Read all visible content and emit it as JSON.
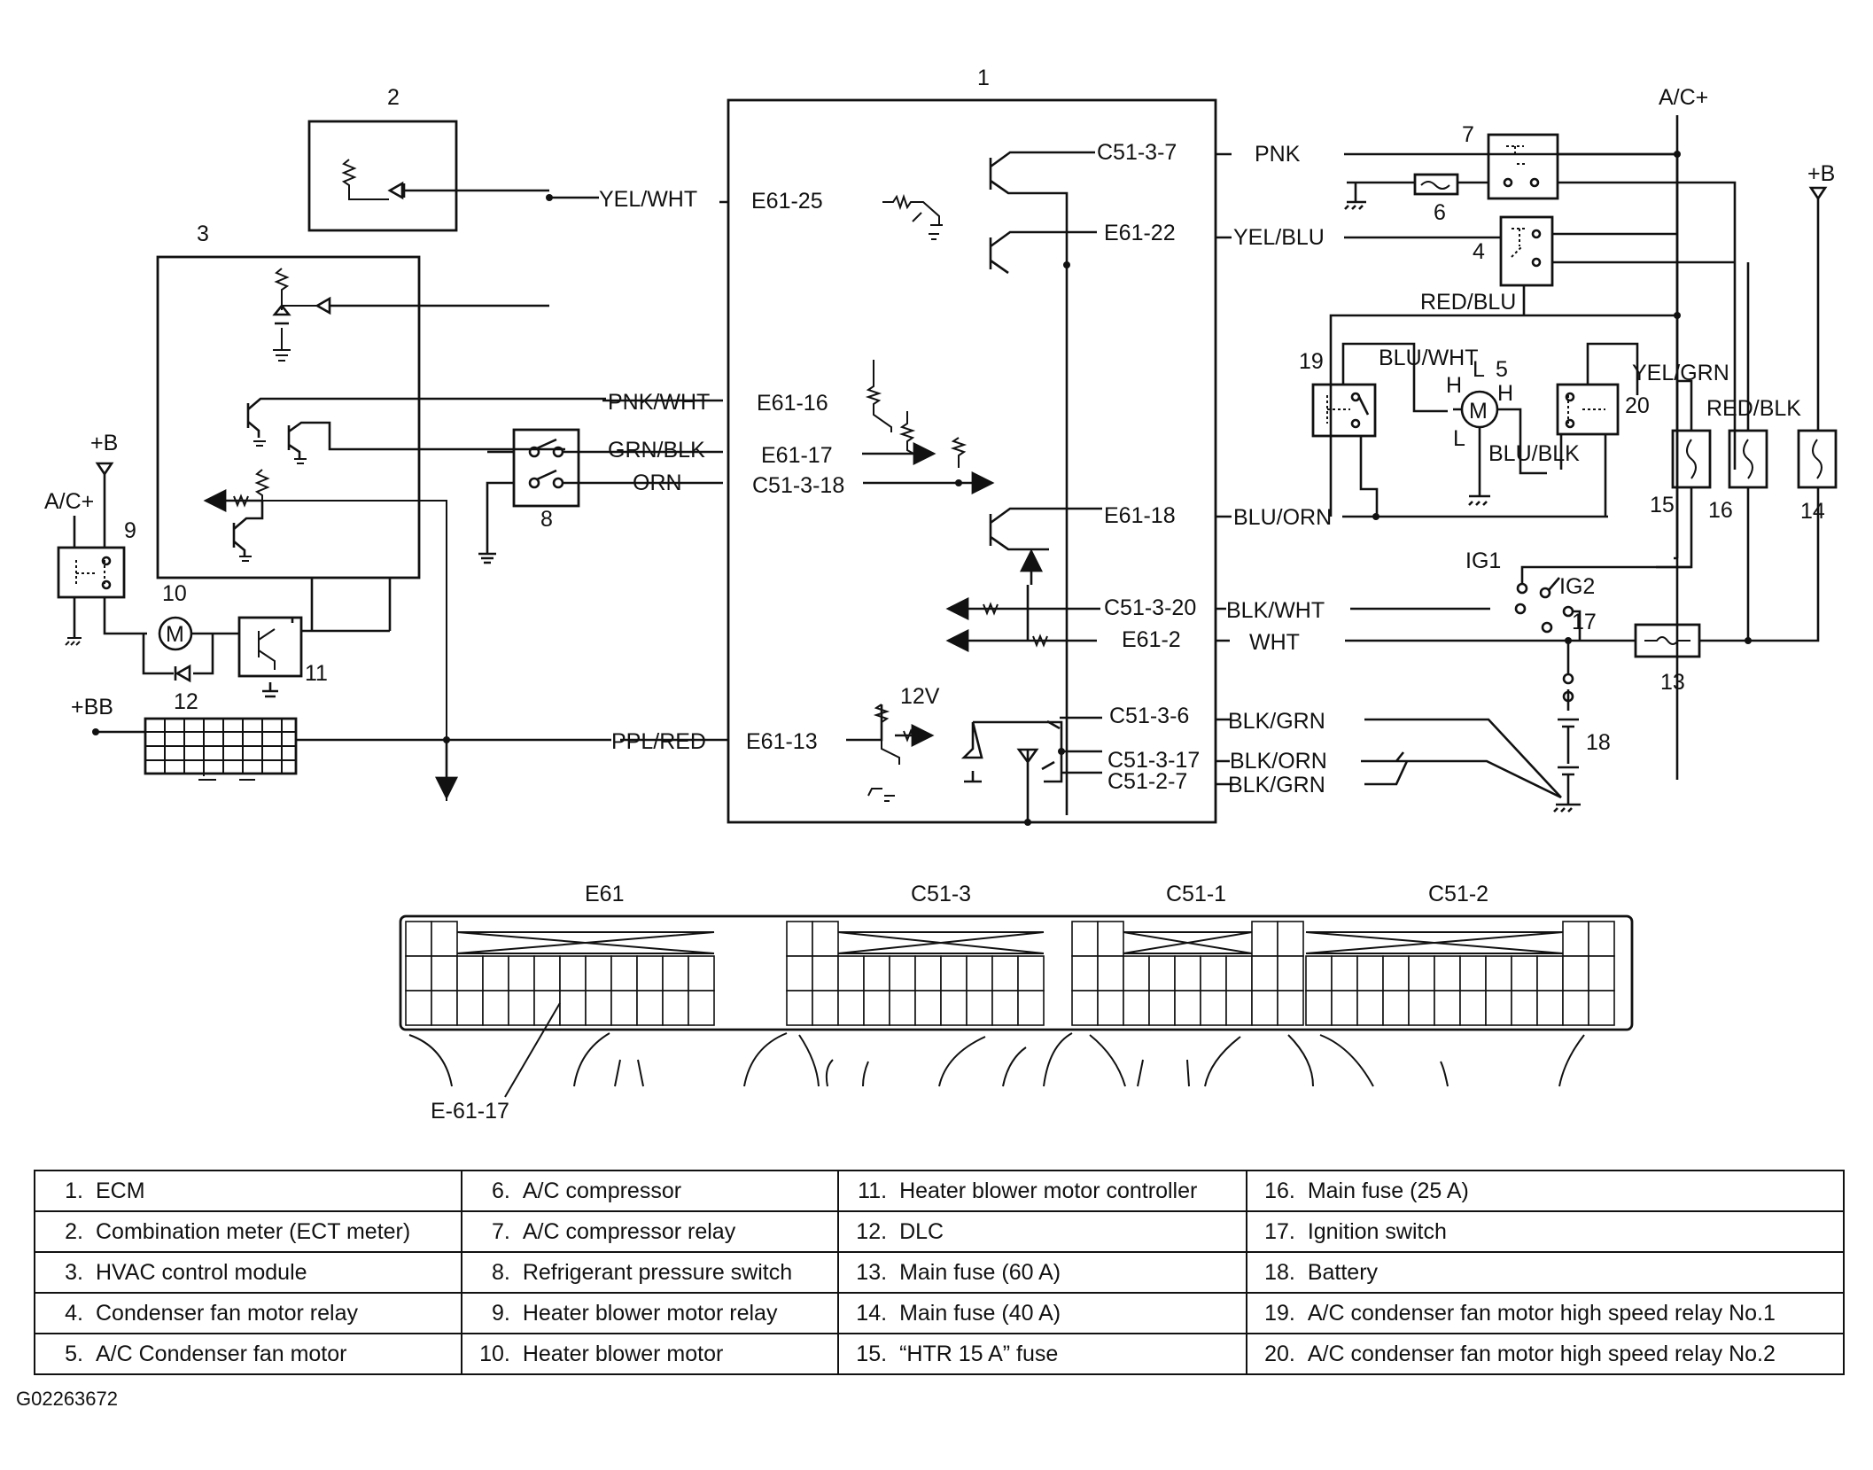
{
  "component_numbers": {
    "ecm": "1",
    "combination_meter": "2",
    "hvac_module": "3",
    "condenser_fan_relay": "4",
    "condenser_fan_motor": "5",
    "ac_compressor": "6",
    "ac_compressor_relay": "7",
    "refrigerant_switch": "8",
    "blower_relay": "9",
    "blower_motor": "10",
    "blower_controller": "11",
    "dlc": "12",
    "main_fuse_60": "13",
    "main_fuse_40": "14",
    "htr_fuse": "15",
    "main_fuse_25": "16",
    "ignition_switch": "17",
    "battery": "18",
    "high_speed_relay_1": "19",
    "high_speed_relay_2": "20"
  },
  "power_labels": {
    "ac_plus": "A/C+",
    "plus_b": "+B",
    "plus_bb": "+BB",
    "twelve_v": "12V",
    "ig1": "IG1",
    "ig2": "IG2"
  },
  "motor_symbol": "M",
  "ecm_terminals": {
    "c51_3_7": "C51-3-7",
    "e61_25": "E61-25",
    "e61_22": "E61-22",
    "e61_16": "E61-16",
    "e61_17": "E61-17",
    "c51_3_18": "C51-3-18",
    "e61_18": "E61-18",
    "c51_3_20": "C51-3-20",
    "e61_2": "E61-2",
    "e61_13": "E61-13",
    "c51_3_6": "C51-3-6",
    "c51_3_17": "C51-3-17",
    "c51_2_7": "C51-2-7"
  },
  "wire_colors": {
    "yel_wht": "YEL/WHT",
    "pnk": "PNK",
    "yel_blu": "YEL/BLU",
    "pnk_wht": "PNK/WHT",
    "grn_blk": "GRN/BLK",
    "orn": "ORN",
    "blu_orn": "BLU/ORN",
    "blk_wht": "BLK/WHT",
    "wht": "WHT",
    "ppl_red": "PPL/RED",
    "blk_grn_1": "BLK/GRN",
    "blk_orn": "BLK/ORN",
    "blk_grn_2": "BLK/GRN",
    "red_blu": "RED/BLU",
    "blu_wht": "BLU/WHT",
    "blu_blk": "BLU/BLK",
    "yel_grn": "YEL/GRN",
    "red_blk": "RED/BLK"
  },
  "motor_speed_marks": {
    "h": "H",
    "l": "L"
  },
  "connectors": {
    "e61": "E61",
    "c51_3": "C51-3",
    "c51_1": "C51-1",
    "c51_2": "C51-2",
    "pointer": "E-61-17"
  },
  "legend": [
    [
      {
        "n": "1.",
        "t": "ECM"
      },
      {
        "n": "6.",
        "t": "A/C compressor"
      },
      {
        "n": "11.",
        "t": "Heater blower motor controller"
      },
      {
        "n": "16.",
        "t": "Main fuse (25 A)"
      }
    ],
    [
      {
        "n": "2.",
        "t": "Combination meter (ECT meter)"
      },
      {
        "n": "7.",
        "t": "A/C compressor relay"
      },
      {
        "n": "12.",
        "t": "DLC"
      },
      {
        "n": "17.",
        "t": "Ignition switch"
      }
    ],
    [
      {
        "n": "3.",
        "t": "HVAC control module"
      },
      {
        "n": "8.",
        "t": "Refrigerant pressure switch"
      },
      {
        "n": "13.",
        "t": "Main fuse (60 A)"
      },
      {
        "n": "18.",
        "t": "Battery"
      }
    ],
    [
      {
        "n": "4.",
        "t": "Condenser fan motor relay"
      },
      {
        "n": "9.",
        "t": "Heater blower motor relay"
      },
      {
        "n": "14.",
        "t": "Main fuse (40 A)"
      },
      {
        "n": "19.",
        "t": "A/C condenser fan motor high speed relay No.1"
      }
    ],
    [
      {
        "n": "5.",
        "t": "A/C Condenser fan motor"
      },
      {
        "n": "10.",
        "t": "Heater blower motor"
      },
      {
        "n": "15.",
        "t": "“HTR 15 A” fuse"
      },
      {
        "n": "20.",
        "t": "A/C condenser fan motor high speed relay No.2"
      }
    ]
  ],
  "figure_code": "G02263672"
}
